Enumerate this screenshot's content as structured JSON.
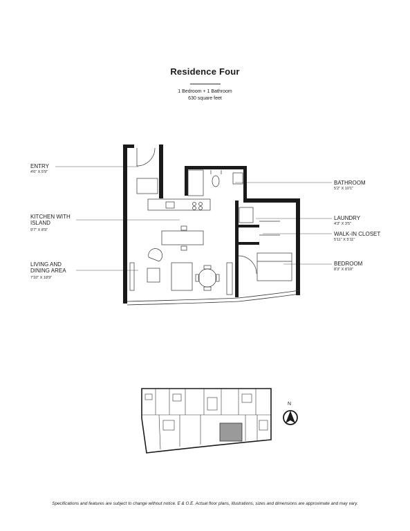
{
  "title": "Residence Four",
  "details": {
    "line1": "1 Bedroom + 1 Bathroom",
    "line2": "630 square feet"
  },
  "rooms": [
    {
      "id": "entry",
      "name": "ENTRY",
      "dims": "4'6\" X 5'9\""
    },
    {
      "id": "kitchen",
      "name": "KITCHEN WITH ISLAND",
      "dims": "9'7\" X 8'9\""
    },
    {
      "id": "living",
      "name": "LIVING AND DINING AREA",
      "dims": "7'10\" X 18'9\""
    },
    {
      "id": "bathroom",
      "name": "BATHROOM",
      "dims": "5'2\" X 10'1\""
    },
    {
      "id": "laundry",
      "name": "LAUNDRY",
      "dims": "4'3\" X 3'5\""
    },
    {
      "id": "closet",
      "name": "WALK-IN CLOSET",
      "dims": "5'11\" X 5'11\""
    },
    {
      "id": "bedroom",
      "name": "BEDROOM",
      "dims": "8'3\" X 8'10\""
    }
  ],
  "compass_label": "N",
  "footer": "Specifications and features are subject to change without notice. E & O.E. Actual floor plans, illustrations, sizes and dimensions are approximate and may vary.",
  "colors": {
    "wall": "#1a1a1a",
    "line": "#555555",
    "highlight": "#9a9a9a"
  }
}
